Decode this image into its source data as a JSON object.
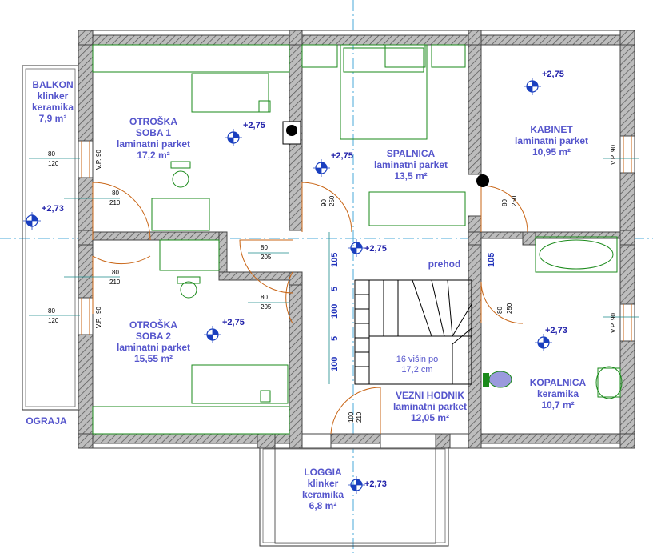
{
  "rooms": {
    "balkon": {
      "name": "BALKON",
      "finish": "klinker",
      "finish2": "keramika",
      "area": "7,9 m²"
    },
    "otroska1": {
      "name": "OTROŠKA",
      "name2": "SOBA 1",
      "finish": "laminatni parket",
      "area": "17,2 m²"
    },
    "otroska2": {
      "name": "OTROŠKA",
      "name2": "SOBA 2",
      "finish": "laminatni parket",
      "area": "15,55 m²"
    },
    "spalnica": {
      "name": "SPALNICA",
      "finish": "laminatni parket",
      "area": "13,5 m²"
    },
    "kabinet": {
      "name": "KABINET",
      "finish": "laminatni parket",
      "area": "10,95 m²"
    },
    "kopalnica": {
      "name": "KOPALNICA",
      "finish": "keramika",
      "area": "10,7 m²"
    },
    "vezni": {
      "name": "VEZNI HODNIK",
      "finish": "laminatni parket",
      "area": "12,05 m²"
    },
    "loggia": {
      "name": "LOGGIA",
      "finish": "klinker",
      "finish2": "keramika",
      "area": "6,8 m²"
    },
    "prehod": {
      "name": "prehod"
    },
    "ograja": {
      "name": "OGRAJA"
    }
  },
  "levels": {
    "l275": "+2,75",
    "l273": "+2,73"
  },
  "stairs": {
    "line1": "16 višin po",
    "line2": "17,2 cm"
  },
  "dimensions": {
    "d80": "80",
    "d120": "120",
    "d90": "90",
    "d210": "210",
    "d205": "205",
    "d250": "250",
    "d100": "100",
    "d5": "5",
    "d105": "105",
    "vp": "V.P."
  },
  "colors": {
    "wall": "#888888",
    "furniture": "#1a8a1a",
    "text": "#5555cc",
    "level": "#1a3fbf",
    "axis": "#4aa8d8"
  }
}
